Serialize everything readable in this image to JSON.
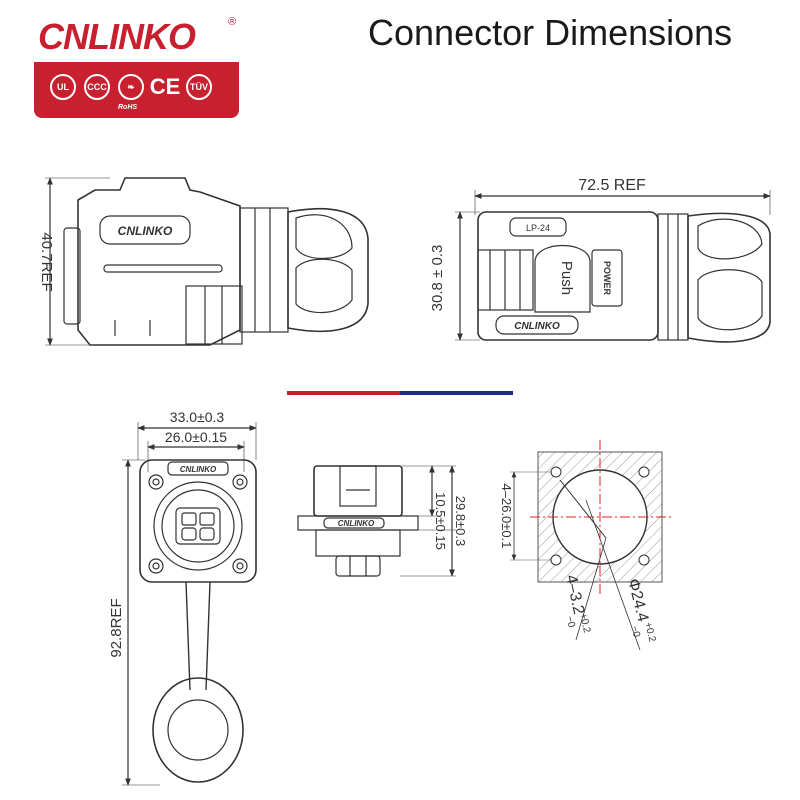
{
  "header": {
    "brand": "CNLINKO",
    "registered_mark": "®",
    "title": "Connector Dimensions"
  },
  "certifications": {
    "ul": "UL",
    "ccc": "CCC",
    "rohs": "RoHS",
    "ce": "CE",
    "tuv": "TÜV"
  },
  "side_view": {
    "height_label": "40.7REF",
    "logo_text": "CNLINKO"
  },
  "top_view": {
    "length_label": "72.5 REF",
    "height_label": "30.8 ± 0.3",
    "part_code": "LP-24",
    "push_label": "Push",
    "power_label": "POWER",
    "logo_text": "CNLINKO"
  },
  "front_view": {
    "outer_width": "33.0±0.3",
    "inner_width": "26.0±0.15",
    "total_height": "92.8REF",
    "logo_text": "CNLINKO"
  },
  "profile_view": {
    "depth_total": "29.8±0.3",
    "depth_front": "10.5±0.15",
    "logo_text": "CNLINKO"
  },
  "panel_cutout": {
    "hole_pitch": "4–26.0±0.1",
    "hole_dia": "4–3.2",
    "hole_dia_upper": "+0.2",
    "hole_dia_lower": "−0",
    "bore_dia": "Φ24.4",
    "bore_dia_upper": "+0.2",
    "bore_dia_lower": "−0"
  },
  "colors": {
    "brand_red": "#c8202f",
    "divider_red": "#c0202a",
    "divider_blue": "#1d2b8f",
    "line": "#333333",
    "centerline": "#e0202a"
  }
}
